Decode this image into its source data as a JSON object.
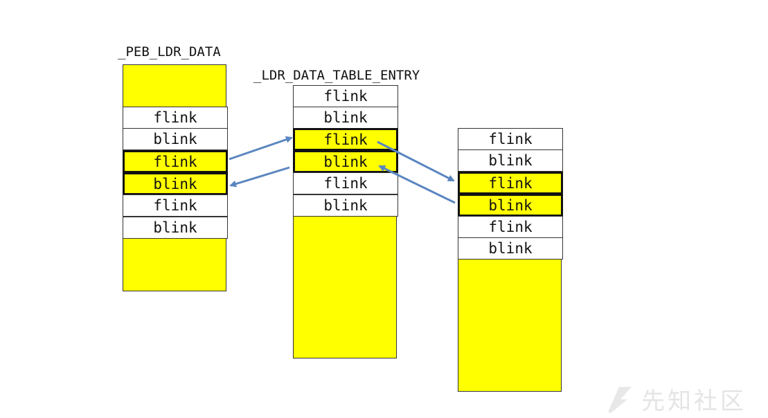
{
  "diagram": {
    "structs": [
      {
        "title": "_PEB_LDR_DATA",
        "cells": [
          {
            "label": "flink",
            "highlighted": false
          },
          {
            "label": "blink",
            "highlighted": false
          },
          {
            "label": "flink",
            "highlighted": true
          },
          {
            "label": "blink",
            "highlighted": true
          },
          {
            "label": "flink",
            "highlighted": false
          },
          {
            "label": "blink",
            "highlighted": false
          }
        ]
      },
      {
        "title": "_LDR_DATA_TABLE_ENTRY",
        "cells": [
          {
            "label": "flink",
            "highlighted": false
          },
          {
            "label": "blink",
            "highlighted": false
          },
          {
            "label": "flink",
            "highlighted": true
          },
          {
            "label": "blink",
            "highlighted": true
          },
          {
            "label": "flink",
            "highlighted": false
          },
          {
            "label": "blink",
            "highlighted": false
          }
        ]
      },
      {
        "title": "",
        "cells": [
          {
            "label": "flink",
            "highlighted": false
          },
          {
            "label": "blink",
            "highlighted": false
          },
          {
            "label": "flink",
            "highlighted": true
          },
          {
            "label": "blink",
            "highlighted": true
          },
          {
            "label": "flink",
            "highlighted": false
          },
          {
            "label": "blink",
            "highlighted": false
          }
        ]
      }
    ],
    "colors": {
      "fill": "#ffff00",
      "cell_background": "#ffffff",
      "border": "#333333",
      "arrow": "#5a86c0"
    }
  },
  "watermark": {
    "text": "先知社区",
    "icon": "lightning-logo-icon"
  }
}
